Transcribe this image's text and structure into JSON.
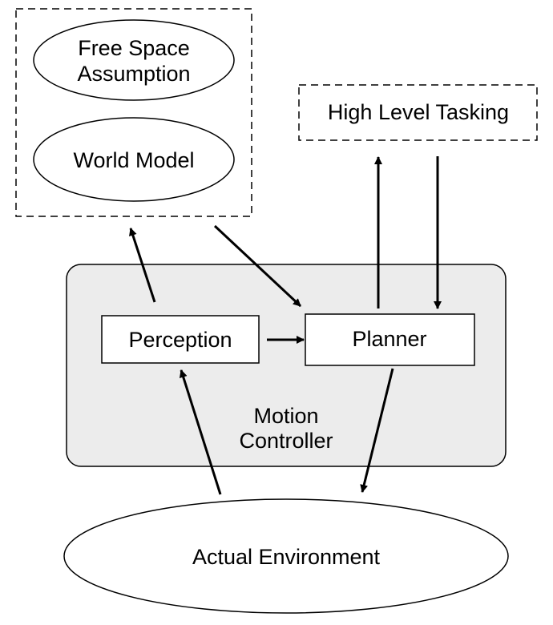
{
  "nodes": {
    "free_space": {
      "line1": "Free Space",
      "line2": "Assumption"
    },
    "world_model": {
      "label": "World Model"
    },
    "high_level_tasking": {
      "label": "High Level Tasking"
    },
    "perception": {
      "label": "Perception"
    },
    "planner": {
      "label": "Planner"
    },
    "motion_controller": {
      "line1": "Motion",
      "line2": "Controller"
    },
    "actual_environment": {
      "label": "Actual Environment"
    }
  },
  "colors": {
    "stroke": "#000000",
    "controller_fill": "#ececec",
    "node_fill": "#ffffff",
    "background": "#ffffff"
  }
}
